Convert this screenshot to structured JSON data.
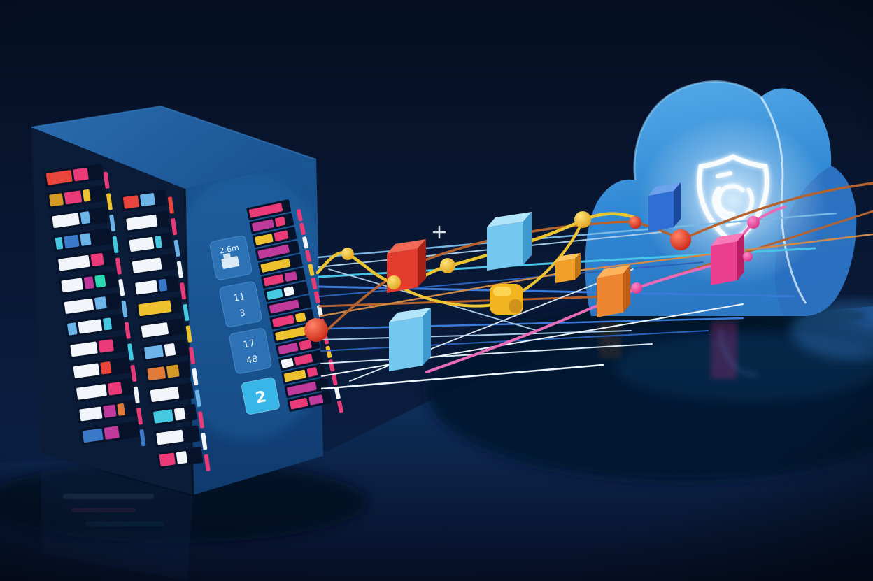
{
  "scene": {
    "description": "3D illustration of an on-premise server rack streaming colorful data along wires into a large secure blue cloud marked with a glowing shield emblem"
  },
  "palette": {
    "background": "#060f22",
    "background_mid": "#0a1c3c",
    "floor_top": "#134078",
    "floor_bottom": "#060e24",
    "shadow": "#04162e",
    "server_front": "#0a1c38",
    "server_front_edge": "#16365e",
    "server_top_light": "#2a6cb0",
    "server_top_dark": "#1b5492",
    "server_side_light": "#1a5694",
    "server_side_dark": "#0f3a6e",
    "slot": "#06132a",
    "badge_fill": "#2e72b6",
    "badge_border": "#5aa2dc",
    "badge_text": "#e8f4ff",
    "badge_accent": "#38b6e8",
    "cloud_light": "#56ace9",
    "cloud_main": "#2f86d2",
    "cloud_deep": "#2b78c4",
    "cloud_dark": "#2a6fbe",
    "cloud_edge": "#d6ecfb",
    "shield": "#f8fcff",
    "glow": "#dff2ff",
    "wire_cyan": "#49c3e6",
    "wire_blue": "#3a7ad8",
    "wire_blue2": "#2b62b8",
    "wire_lightblue": "#79b8e4",
    "wire_steel": "#a8cbe8",
    "wire_silver": "#dbe7f2",
    "wire_white": "#eef5fb",
    "wire_copper": "#b5622f",
    "wire_copper_light": "#d08a4a",
    "wire_yellow": "#ecc432",
    "wire_pink": "#e86bb8",
    "node_yellow_hi": "#ffe37a",
    "node_yellow_lo": "#dc9f14",
    "node_red_hi": "#ff8468",
    "node_red_lo": "#c52110",
    "node_pink_hi": "#ff8ac8",
    "node_pink_lo": "#d62f86",
    "bar_red": "#e8453c",
    "bar_pink": "#ea3a78",
    "bar_magenta": "#c03a9c",
    "bar_yellow": "#eec22f",
    "bar_gold": "#d49a28",
    "bar_white": "#f2f6fa",
    "bar_cyan": "#46c8e0",
    "bar_skyblue": "#6cb4e8",
    "bar_teal": "#2ed8b0",
    "bar_blue": "#3a78c8",
    "bar_orange": "#e07a38"
  },
  "server": {
    "front_col_a": [
      [
        [
          "red",
          0.5
        ],
        [
          "pink",
          0.3
        ]
      ],
      [
        [
          "gold",
          0.28
        ],
        [
          "pink",
          0.34
        ],
        [
          "yellow",
          0.16
        ]
      ],
      [
        [
          "white",
          0.52
        ],
        [
          "skyblue",
          0.2
        ]
      ],
      [
        [
          "cyan",
          0.16
        ],
        [
          "blue",
          0.3
        ],
        [
          "skyblue",
          0.22
        ]
      ],
      [
        [
          "white",
          0.6
        ],
        [
          "pink",
          0.26
        ]
      ],
      [
        [
          "white",
          0.42
        ],
        [
          "magenta",
          0.2
        ],
        [
          "teal",
          0.22
        ]
      ],
      [
        [
          "white",
          0.56
        ],
        [
          "skyblue",
          0.24
        ]
      ],
      [
        [
          "skyblue",
          0.2
        ],
        [
          "white",
          0.46
        ],
        [
          "cyan",
          0.18
        ]
      ],
      [
        [
          "white",
          0.52
        ],
        [
          "pink",
          0.3
        ]
      ],
      [
        [
          "white",
          0.5
        ],
        [
          "red",
          0.22
        ]
      ],
      [
        [
          "white",
          0.58
        ],
        [
          "pink",
          0.28
        ]
      ],
      [
        [
          "white",
          0.44
        ],
        [
          "magenta",
          0.26
        ],
        [
          "orange",
          0.16
        ]
      ],
      [
        [
          "blue",
          0.4
        ],
        [
          "magenta",
          0.3
        ]
      ]
    ],
    "front_strip_a": [
      "pink",
      "yellow",
      "skyblue",
      "cyan",
      "pink",
      "white",
      "skyblue",
      "pink",
      "cyan",
      "pink",
      "white",
      "pink",
      "blue"
    ],
    "front_col_b": [
      [
        [
          "red",
          0.42
        ],
        [
          "skyblue",
          0.4
        ]
      ],
      [
        [
          "white",
          0.8
        ]
      ],
      [
        [
          "white",
          0.64
        ],
        [
          "cyan",
          0.2
        ]
      ],
      [
        [
          "white",
          0.76
        ]
      ],
      [
        [
          "white",
          0.58
        ],
        [
          "blue",
          0.24
        ]
      ],
      [
        [
          "yellow",
          0.85
        ]
      ],
      [
        [
          "white",
          0.7
        ]
      ],
      [
        [
          "skyblue",
          0.5
        ],
        [
          "white",
          0.3
        ]
      ],
      [
        [
          "orange",
          0.48
        ],
        [
          "gold",
          0.34
        ]
      ],
      [
        [
          "white",
          0.74
        ]
      ],
      [
        [
          "cyan",
          0.52
        ],
        [
          "white",
          0.3
        ]
      ],
      [
        [
          "white",
          0.7
        ]
      ],
      [
        [
          "pink",
          0.42
        ],
        [
          "white",
          0.3
        ]
      ]
    ],
    "front_strip_b": [
      "red",
      "pink",
      "skyblue",
      "white",
      "pink",
      "cyan",
      "yellow",
      "pink",
      "white",
      "skyblue",
      "pink",
      "white",
      "pink"
    ],
    "side_rows": [
      [
        [
          "pink",
          0.9
        ]
      ],
      [
        [
          "magenta",
          0.6
        ],
        [
          "pink",
          0.3
        ]
      ],
      [
        [
          "yellow",
          0.5
        ],
        [
          "pink",
          0.4
        ]
      ],
      [
        [
          "magenta",
          0.85
        ]
      ],
      [
        [
          "yellow",
          0.8
        ]
      ],
      [
        [
          "pink",
          0.55
        ],
        [
          "magenta",
          0.35
        ]
      ],
      [
        [
          "cyan",
          0.45
        ],
        [
          "white",
          0.3
        ]
      ],
      [
        [
          "magenta",
          0.8
        ]
      ],
      [
        [
          "pink",
          0.6
        ],
        [
          "yellow",
          0.3
        ]
      ],
      [
        [
          "yellow",
          0.85
        ]
      ],
      [
        [
          "magenta",
          0.55
        ],
        [
          "pink",
          0.35
        ]
      ],
      [
        [
          "white",
          0.35
        ],
        [
          "pink",
          0.5
        ]
      ],
      [
        [
          "yellow",
          0.6
        ],
        [
          "pink",
          0.3
        ]
      ],
      [
        [
          "magenta",
          0.8
        ]
      ],
      [
        [
          "pink",
          0.5
        ],
        [
          "magenta",
          0.4
        ]
      ]
    ],
    "side_strip": [
      "pink",
      "pink",
      "white",
      "pink",
      "yellow",
      "pink",
      "pink",
      "white",
      "pink",
      "pink",
      "yellow",
      "pink",
      "pink",
      "white",
      "pink"
    ],
    "badges": [
      {
        "line1": "2.6m",
        "line2": ""
      },
      {
        "line1": "11",
        "line2": "3"
      },
      {
        "line1": "17",
        "line2": "48"
      },
      {
        "line1": "2",
        "line2": ""
      }
    ]
  },
  "cubes": [
    {
      "name": "red-cube",
      "light": "#f06a55",
      "base": "#e23c2e",
      "dark": "#a82114"
    },
    {
      "name": "sky-cube-top",
      "light": "#b2e4fa",
      "base": "#74c8f0",
      "dark": "#3e99cf"
    },
    {
      "name": "sky-cube-bottom",
      "light": "#b2e4fa",
      "base": "#74c8f0",
      "dark": "#3e99cf"
    },
    {
      "name": "yellow-cube",
      "light": "#ffd95e",
      "base": "#f2b51f",
      "dark": "#c28318"
    },
    {
      "name": "amber-cube",
      "light": "#ffc45e",
      "base": "#f0a028",
      "dark": "#bf7312"
    },
    {
      "name": "orange-cube",
      "light": "#ffb25a",
      "base": "#ee8530",
      "dark": "#c05c14"
    },
    {
      "name": "blue-cube",
      "light": "#6ea2ec",
      "base": "#2f6fd4",
      "dark": "#1c49a0"
    },
    {
      "name": "pink-cube",
      "light": "#f87ab8",
      "base": "#ea3f90",
      "dark": "#b81f64"
    }
  ]
}
